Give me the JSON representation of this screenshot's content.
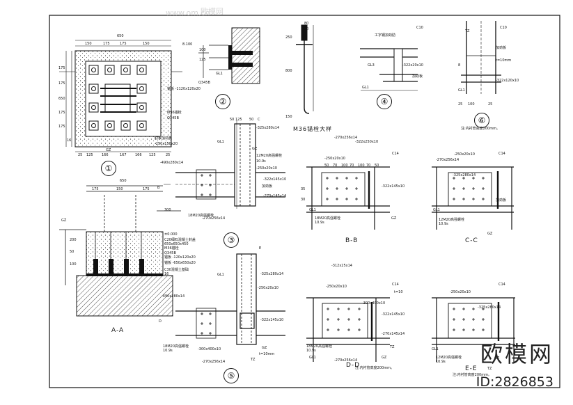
{
  "watermark": {
    "brand": "欧模网",
    "url": "www.om.cn",
    "id": "ID:2826853"
  },
  "detail_numbers": [
    "①",
    "②",
    "③",
    "④",
    "⑤",
    "⑥"
  ],
  "section_titles": {
    "aa": "A-A",
    "bb": "B-B",
    "cc": "C-C",
    "dd": "D-D",
    "ee": "E-E",
    "m36": "M36锚栓大样"
  },
  "plan1": {
    "dims_top": [
      "650",
      "150",
      "175",
      "175",
      "150"
    ],
    "dims_left": [
      "175",
      "175",
      "650",
      "175",
      "175"
    ],
    "dims_bottom": [
      "25",
      "125",
      "166",
      "167",
      "166",
      "125",
      "25"
    ],
    "labels": [
      "锚板 -1120x120x20",
      "M36锚栓",
      "Q345B",
      "肋板加劲板",
      "-250x150x20",
      "16",
      "GZ"
    ]
  },
  "aa": {
    "dims_top": [
      "650",
      "175",
      "150",
      "175"
    ],
    "labels": [
      "±0.000",
      "C20细石混凝土封盖",
      "650x650x450",
      "M36锚栓",
      "Q345B",
      "锚板 -120x120x20",
      "锚板 -650x650x20",
      "C30混凝土基础",
      "16",
      "GZ",
      "300",
      "200",
      "50",
      "100"
    ]
  },
  "d2": {
    "labels": [
      "8.100",
      "100",
      "125",
      "GL1",
      "Q345B",
      "250",
      "800",
      "150",
      "80",
      "20"
    ]
  },
  "d4": {
    "labels": [
      "C10",
      "工字钢加劲肋",
      "GL3",
      "-322x20x10",
      "GL1",
      "加劲板"
    ]
  },
  "d6": {
    "labels": [
      "C10",
      "TZ",
      "8",
      "加劲板",
      "t=10mm",
      "-322x120x10",
      "GL1",
      "25",
      "100",
      "25"
    ],
    "note": "注:内衬管高度200mm。"
  },
  "d3": {
    "labels": [
      "GL1",
      "50",
      "125",
      "50",
      "GZ",
      "-325x280x14",
      "12M20高强螺栓",
      "10.9s",
      "-250x20x10",
      "-490x280x14",
      "-322x145x10",
      "-270x145x14",
      "-270x256x14",
      "18M20高强螺栓",
      "加劲板",
      "C",
      "B"
    ]
  },
  "bb": {
    "labels": [
      "C14",
      "-270x256x14",
      "-322x250x10",
      "-250x20x10",
      "-322x145x10",
      "18M20高强螺栓",
      "10.9s",
      "GL1",
      "GZ",
      "50",
      "70",
      "100",
      "70",
      "100",
      "70",
      "50",
      "35",
      "30"
    ]
  },
  "cc": {
    "labels": [
      "C14",
      "-270x256x14",
      "-250x20x10",
      "加劲板",
      "12M20高强螺栓",
      "10.9s",
      "GL1",
      "GZ",
      "-325x280x14"
    ]
  },
  "d5": {
    "labels": [
      "GL1",
      "-325x280x14",
      "-250x20x10",
      "-490x280x14",
      "-322x145x10",
      "18M20高强螺栓",
      "10.9s",
      "-300x400x10",
      "-270x256x14",
      "t=10mm",
      "TZ",
      "GZ",
      "E",
      "D"
    ]
  },
  "dd": {
    "labels": [
      "C14",
      "-312x25x14",
      "-250x20x10",
      "-300x400x10",
      "-322x145x10",
      "-270x256x14",
      "-270x145x14",
      "18M20高强螺栓",
      "10.9s",
      "t=10",
      "GL1",
      "GZ",
      "TZ"
    ],
    "note": "注:内衬管高度200mm。"
  },
  "ee": {
    "labels": [
      "C14",
      "-250x20x10",
      "-325x280x14",
      "12M20高强螺栓",
      "10.9s",
      "GL1",
      "GZ",
      "TZ"
    ],
    "note": "注:内衬管高度200mm。"
  }
}
